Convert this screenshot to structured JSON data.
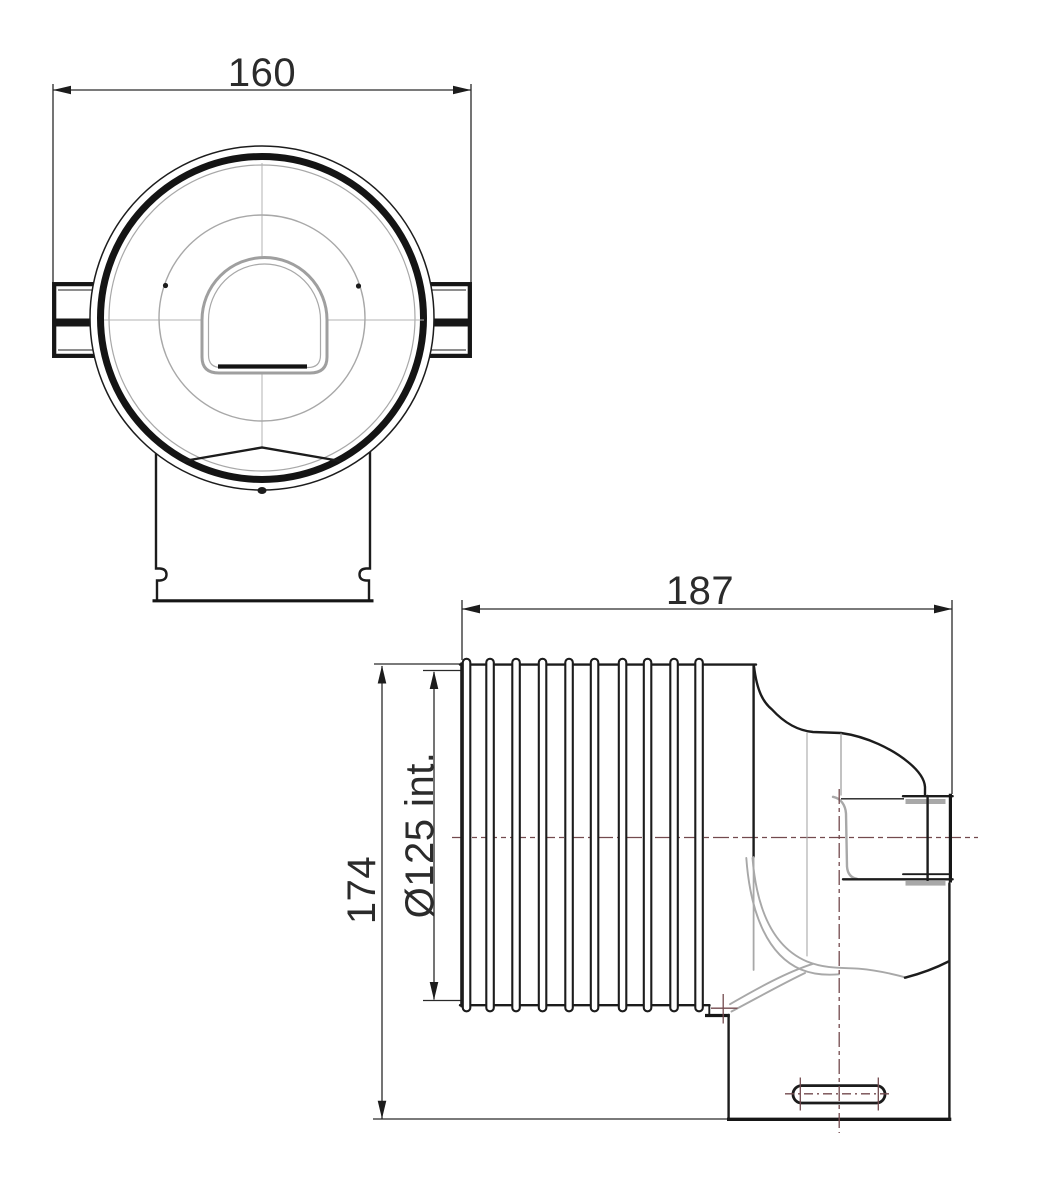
{
  "drawing": {
    "type": "technical drawing, two orthographic views of a ducting elbow fitting",
    "background": "#ffffff",
    "views": {
      "front": {
        "name": "front-view",
        "width_dim": "160"
      },
      "side": {
        "name": "side-view",
        "length_dim": "187",
        "height_dim": "174",
        "inner_diameter_dim": "Ø125 int."
      }
    },
    "colors": {
      "object_line": "#1c1c1c",
      "hidden_line": "#a8a8a8",
      "centerline": "#734a4e",
      "dimension_text": "#2b2b2b"
    },
    "features": {
      "corrugation_ribs": 10,
      "front_mounting_tabs": 2,
      "bottom_slot": 1
    }
  }
}
